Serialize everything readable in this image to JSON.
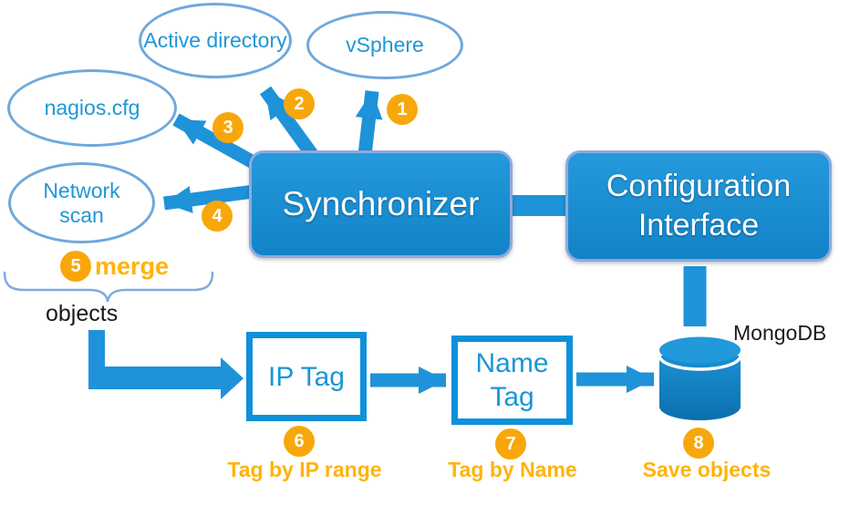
{
  "colors": {
    "arrow_blue": "#1E93D9",
    "box_border": "#8FAADC",
    "box_fill_top": "#2499DC",
    "box_fill_bottom": "#1283C6",
    "ellipse_border": "#6FA8DC",
    "ellipse_text": "#2097D6",
    "tag_border": "#0E90D9",
    "tag_text": "#1B95D8",
    "circle_orange": "#F8A70B",
    "label_orange": "#FFB30A",
    "cylinder_top": "#2299DB",
    "cylinder_bottom": "#0C6FAE",
    "text_black": "#1A1A1A"
  },
  "nodes": {
    "sources": [
      {
        "id": "active-directory",
        "label": "Active directory"
      },
      {
        "id": "vsphere",
        "label": "vSphere"
      },
      {
        "id": "nagios-cfg",
        "label": "nagios.cfg"
      },
      {
        "id": "network-scan",
        "label": "Network scan"
      }
    ],
    "synchronizer": {
      "label": "Synchronizer"
    },
    "configuration_interface": {
      "label": "Configuration Interface"
    },
    "ip_tag": {
      "label": "IP Tag"
    },
    "name_tag": {
      "label": "Name Tag"
    },
    "mongodb": {
      "label": "MongoDB"
    }
  },
  "steps": [
    {
      "number": "1",
      "label": ""
    },
    {
      "number": "2",
      "label": ""
    },
    {
      "number": "3",
      "label": ""
    },
    {
      "number": "4",
      "label": ""
    },
    {
      "number": "5",
      "label": "merge"
    },
    {
      "number": "6",
      "label": "Tag by IP range"
    },
    {
      "number": "7",
      "label": "Tag by Name"
    },
    {
      "number": "8",
      "label": "Save objects"
    }
  ],
  "labels": {
    "objects": "objects"
  }
}
